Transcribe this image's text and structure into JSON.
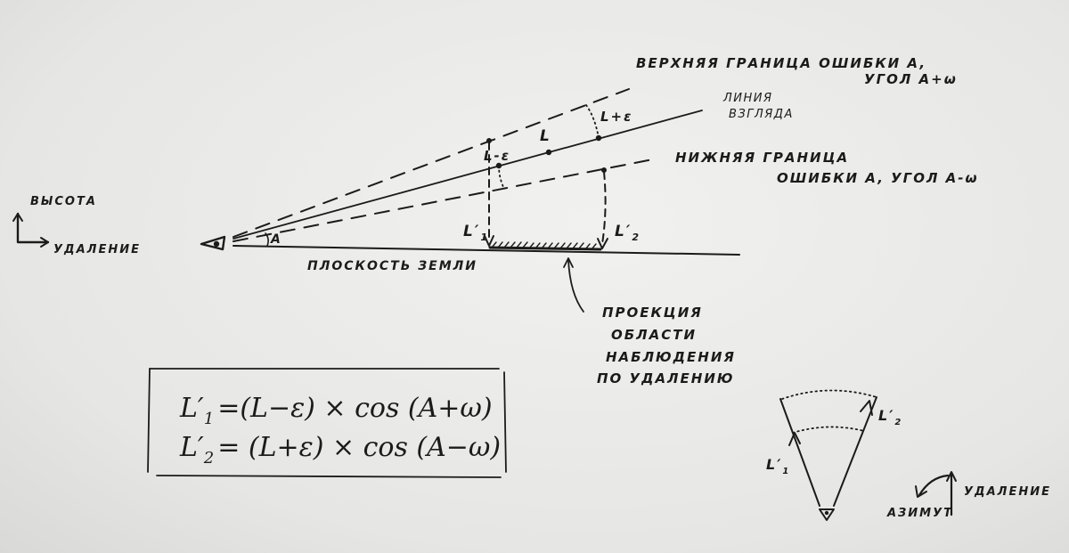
{
  "labels": {
    "upper_bound_line1": "ВЕРХНЯЯ ГРАНИЦА ОШИБКИ A,",
    "upper_bound_line2": "УГОЛ A+ω",
    "sight_line1": "ЛИНИЯ",
    "sight_line2": "ВЗГЛЯДА",
    "lower_bound_line1": "НИЖНЯЯ ГРАНИЦА",
    "lower_bound_line2": "ОШИБКИ A, УГОЛ A-ω",
    "axis_height": "ВЫСОТА",
    "axis_distance": "УДАЛЕНИЕ",
    "ground_plane": "ПЛОСКОСТЬ ЗЕМЛИ",
    "projection_line1": "ПРОЕКЦИЯ",
    "projection_line2": "ОБЛАСТИ",
    "projection_line3": "НАБЛЮДЕНИЯ",
    "projection_line4": "ПО УДАЛЕНИЮ",
    "azimuth": "АЗИМУТ",
    "distance_small": "УДАЛЕНИЕ",
    "angle_a": "A",
    "point_l": "L",
    "point_l_minus_eps": "L-ε",
    "point_l_plus_eps": "L+ε",
    "l1_base": "L",
    "l1_sub": "1",
    "l2_base": "L",
    "l2_sub": "2",
    "prime": "′"
  },
  "formulas": {
    "f1_lhs_base": "L",
    "f1_lhs_sub": "1",
    "f1_rhs": "=(L−ε) × cos (A+ω)",
    "f2_lhs_base": "L",
    "f2_lhs_sub": "2",
    "f2_rhs": "= (L+ε) × cos (A−ω)"
  }
}
